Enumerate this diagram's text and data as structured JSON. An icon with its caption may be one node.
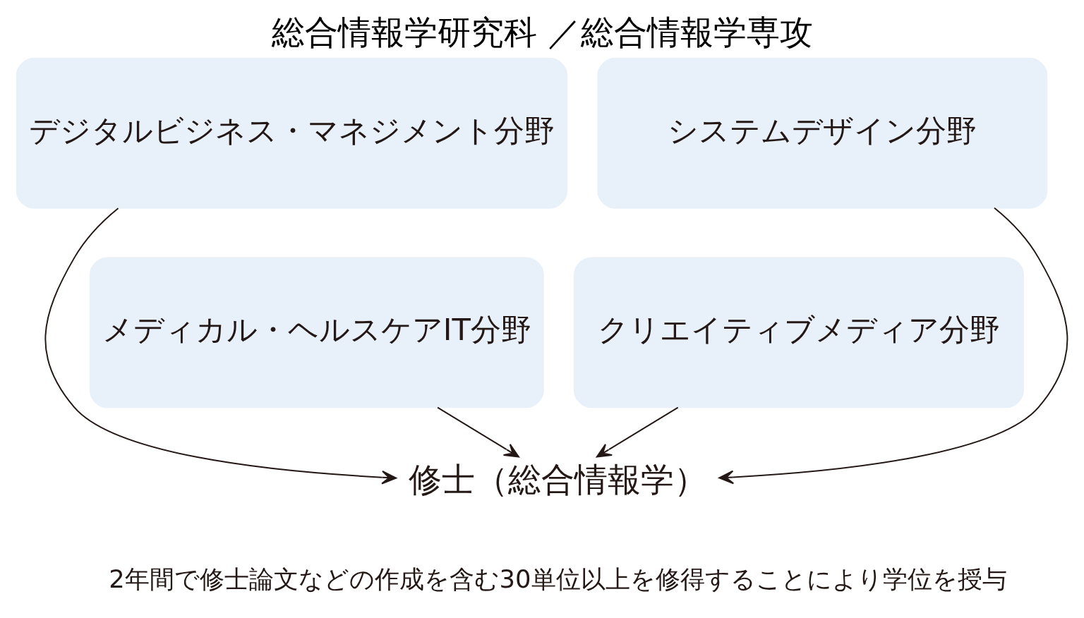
{
  "diagram": {
    "title": "総合情報学研究科 ／総合情報学専攻",
    "nodes": [
      {
        "text": [
          "デジタルビジネス・マネジメント分野"
        ]
      },
      {
        "text": [
          "システムデザイン分野"
        ]
      },
      {
        "text": [
          "メディカル・ヘルスケアIT分野"
        ]
      },
      {
        "text": [
          "クリエイティブメディア分野"
        ]
      },
      {
        "text": [
          "修士（総合情報学）"
        ]
      }
    ],
    "edges": [
      {
        "from": 0,
        "to": 4,
        "arrow": "to"
      },
      {
        "from": 1,
        "to": 4,
        "arrow": "to"
      },
      {
        "from": 2,
        "to": 4,
        "arrow": "to"
      },
      {
        "from": 3,
        "to": 4,
        "arrow": "to"
      }
    ],
    "labels": [
      "2年間で修士論文などの作成を含む30単位以上を修得することにより学位を授与"
    ]
  }
}
